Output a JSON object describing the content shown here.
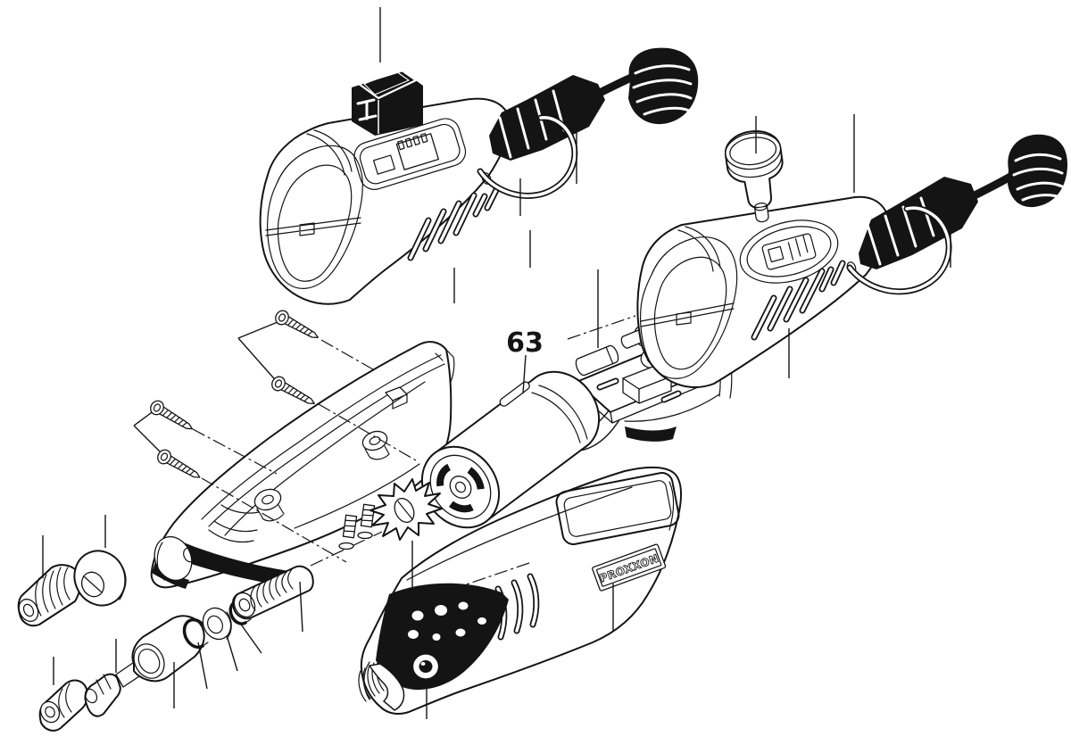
{
  "figure": {
    "type": "exploded-parts-diagram",
    "background_color": "#ffffff",
    "line_color": "#141414",
    "callout_label": "63",
    "brand_label": "PROXXON",
    "parts": [
      "on-off-rocker-switch",
      "assembled-rear-housing-left",
      "cord-strain-relief-boot",
      "coiled-power-cord",
      "cord-guard-bail",
      "speed-control-knob",
      "assembled-rear-housing-right",
      "speed-dial-window",
      "circuit-board",
      "motor",
      "fan-impeller",
      "housing-half-shell",
      "housing-screws",
      "set-screws",
      "front-housing-shell",
      "brand-plate",
      "shaft-lock-button",
      "threaded-spindle-nose",
      "grip-sleeve",
      "collet-chuck-nut",
      "spacer-ring",
      "chuck-cone-nut",
      "snap-ring",
      "ball-bearing",
      "threaded-sleeve",
      "collet",
      "cap-nut",
      "collet-arbor"
    ]
  }
}
